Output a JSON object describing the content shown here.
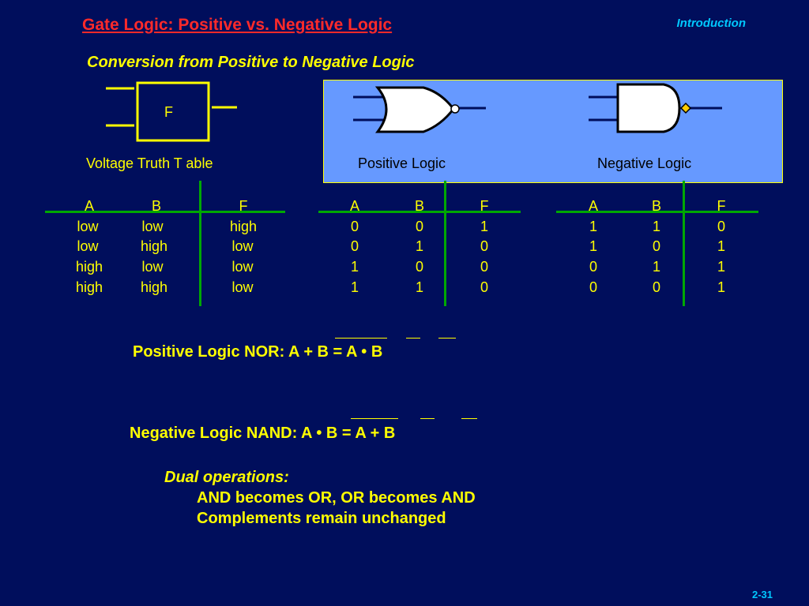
{
  "header": {
    "title": "Gate Logic: Positive vs. Negative Logic",
    "section": "Introduction",
    "subtitle": "Conversion from Positive to Negative Logic"
  },
  "gate_box_label": "F",
  "captions": {
    "voltage": "Voltage Truth T able",
    "positive": "Positive Logic",
    "negative": "Negative Logic"
  },
  "voltage_table": {
    "headers": [
      "A",
      "B",
      "F"
    ],
    "rows": [
      [
        "low",
        "low",
        "high"
      ],
      [
        "low",
        "high",
        "low"
      ],
      [
        "high",
        "low",
        "low"
      ],
      [
        "high",
        "high",
        "low"
      ]
    ]
  },
  "positive_table": {
    "headers": [
      "A",
      "B",
      "F"
    ],
    "rows": [
      [
        "0",
        "0",
        "1"
      ],
      [
        "0",
        "1",
        "0"
      ],
      [
        "1",
        "0",
        "0"
      ],
      [
        "1",
        "1",
        "0"
      ]
    ]
  },
  "negative_table": {
    "headers": [
      "A",
      "B",
      "F"
    ],
    "rows": [
      [
        "1",
        "1",
        "0"
      ],
      [
        "1",
        "0",
        "1"
      ],
      [
        "0",
        "1",
        "1"
      ],
      [
        "0",
        "0",
        "1"
      ]
    ]
  },
  "formulas": {
    "nor": "Positive Logic NOR: A + B = A • B",
    "nand": "Negative Logic NAND: A • B = A + B"
  },
  "dual": {
    "heading": "Dual operations:",
    "line1": "AND becomes OR, OR becomes AND",
    "line2": "Complements remain unchanged"
  },
  "page_number": "2-31",
  "colors": {
    "background": "#000e5c",
    "text": "#ffff00",
    "title": "#ff2a2a",
    "accent": "#00c8ff",
    "panel": "#6699ff",
    "table_rule": "#00a800"
  }
}
